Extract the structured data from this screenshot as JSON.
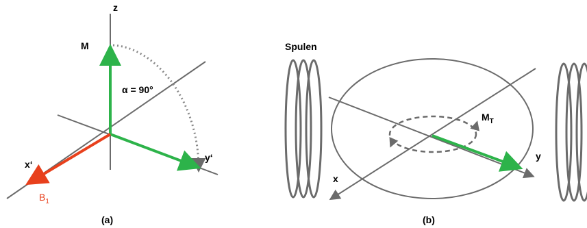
{
  "colors": {
    "axis": "#6b6b6b",
    "green": "#2db34a",
    "red": "#e8401c",
    "dots": "#8a8a8a",
    "label": "#000000"
  },
  "panel_a": {
    "caption": "(a)",
    "z_label": "z",
    "m_label": "M",
    "angle_label": "α = 90°",
    "x_label": "x‘",
    "y_label": "y‘",
    "b1_label": "B",
    "b1_subscript": "1"
  },
  "panel_b": {
    "caption": "(b)",
    "coils_label": "Spulen",
    "mt_label": "M",
    "mt_subscript": "T",
    "x_label": "x",
    "y_label": "y"
  }
}
